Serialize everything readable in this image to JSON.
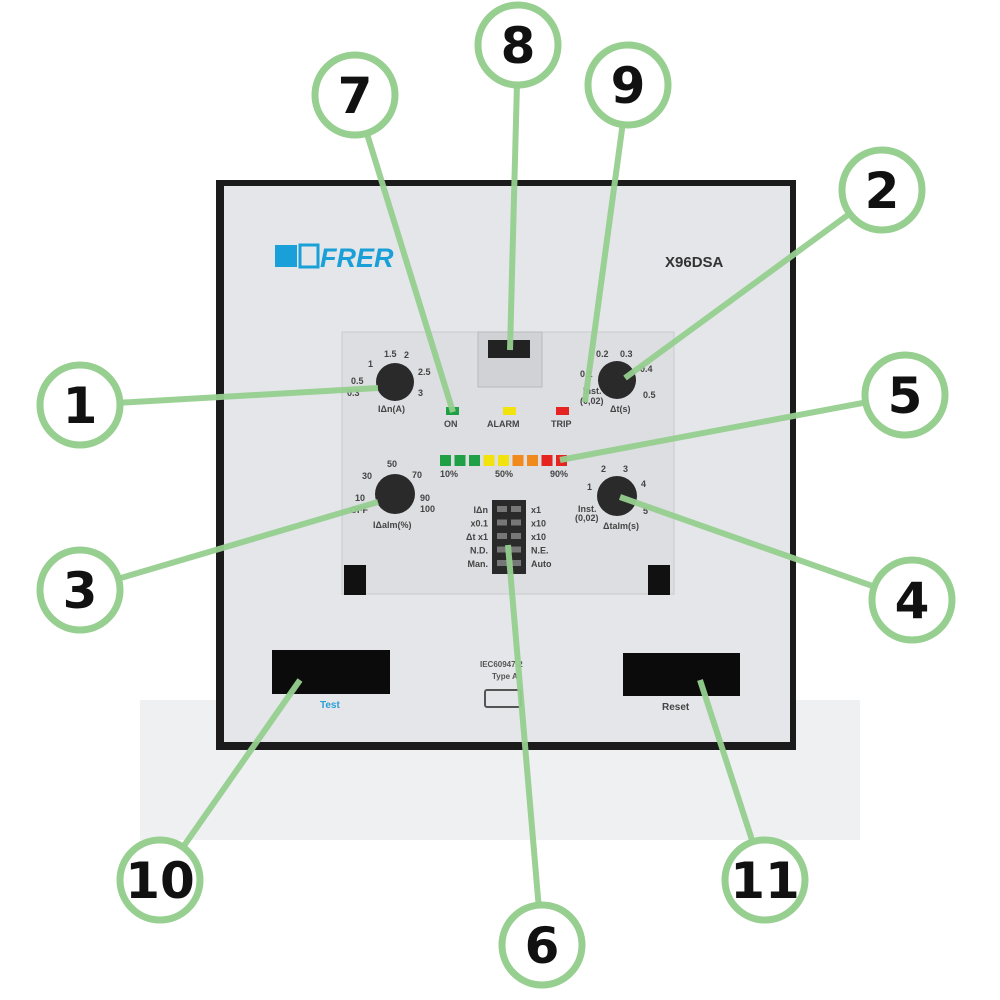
{
  "device": {
    "brand": "FRER",
    "model": "X96DSA",
    "standard": "IEC60947-2",
    "type": "Type A",
    "test_label": "Test",
    "reset_label": "Reset"
  },
  "leds": {
    "on": "ON",
    "alarm": "ALARM",
    "trip": "TRIP"
  },
  "bargraph": {
    "labels": [
      "10%",
      "50%",
      "90%"
    ],
    "colors": [
      "#1fa044",
      "#1fa044",
      "#1fa044",
      "#f2e20e",
      "#f2e20e",
      "#f08a1c",
      "#f08a1c",
      "#e52421",
      "#e52421"
    ]
  },
  "knob1": {
    "label": "IΔn(A)",
    "ticks": [
      "0.3",
      "0.5",
      "1",
      "1.5",
      "2",
      "2.5",
      "3"
    ]
  },
  "knob2": {
    "label": "Δt(s)",
    "ticks": [
      "Inst.",
      "0.1",
      "0.2",
      "0.3",
      "0.4",
      "0.5"
    ],
    "inst_sub": "(0,02)"
  },
  "knob3": {
    "label": "IΔalm(%)",
    "ticks": [
      "OFF",
      "10",
      "30",
      "50",
      "70",
      "90",
      "100"
    ]
  },
  "knob4": {
    "label": "Δtalm(s)",
    "ticks": [
      "Inst.",
      "1",
      "2",
      "3",
      "4",
      "5"
    ],
    "inst_sub": "(0,02)"
  },
  "dip": {
    "left": [
      "IΔn",
      "x0.1",
      "Δt x1",
      "N.D.",
      "Man."
    ],
    "right": [
      "x1",
      "x10",
      "x10",
      "N.E.",
      "Auto"
    ]
  },
  "callouts": [
    "1",
    "2",
    "3",
    "4",
    "5",
    "6",
    "7",
    "8",
    "9",
    "10",
    "11"
  ],
  "colors": {
    "callout": "#96cf8f",
    "brand": "#1aa0d8"
  }
}
